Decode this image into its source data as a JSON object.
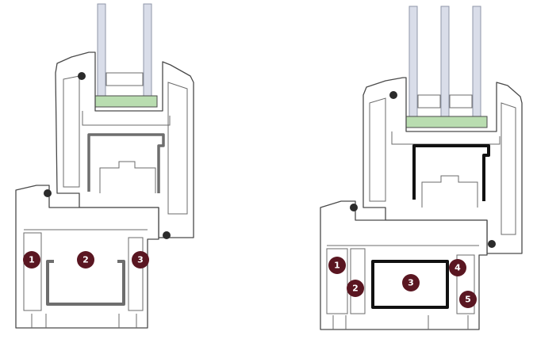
{
  "colors": {
    "glass": "#d9dde9",
    "spacer": "#b9ddb0",
    "steel_left": "#6e6e6e",
    "steel_right": "#111111",
    "badge": "#5a1621",
    "outline": "#4a4a4a"
  },
  "profiles": [
    {
      "id": "left",
      "chambers": [
        {
          "label": "1"
        },
        {
          "label": "2"
        },
        {
          "label": "3"
        }
      ]
    },
    {
      "id": "right",
      "chambers": [
        {
          "label": "1"
        },
        {
          "label": "2"
        },
        {
          "label": "3"
        },
        {
          "label": "4"
        },
        {
          "label": "5"
        }
      ]
    }
  ]
}
